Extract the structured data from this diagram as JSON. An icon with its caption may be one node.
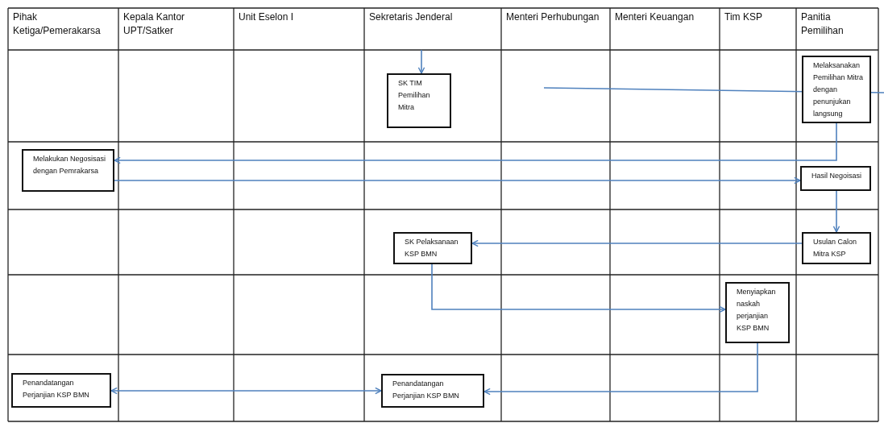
{
  "diagram": {
    "nodes": [
      {
        "text": [
          "SK TIM Pemilihan Mitra"
        ]
      },
      {
        "text": [
          "Melaksanakan Pemilihan Mitra dengan penunjukan langsung"
        ]
      },
      {
        "text": [
          "Melakukan Negosisasi dengan Pemrakarsa"
        ]
      },
      {
        "text": [
          "Hasil Negoisasi"
        ]
      },
      {
        "text": [
          "SK Pelaksanaan KSP BMN"
        ]
      },
      {
        "text": [
          "Usulan Calon Mitra KSP"
        ]
      },
      {
        "text": [
          "Menyiapkan naskah perjanjian KSP BMN"
        ]
      },
      {
        "text": [
          "Penandatangan Perjanjian KSP BMN"
        ]
      },
      {
        "text": [
          "Penandatangan Perjanjian KSP BMN"
        ]
      }
    ],
    "edges": [
      {
        "from": null,
        "to": 0,
        "arrow": "to"
      },
      {
        "from": 1,
        "to": 2,
        "arrow": "to"
      },
      {
        "from": 2,
        "to": 3,
        "arrow": "to"
      },
      {
        "from": 3,
        "to": 5,
        "arrow": "to"
      },
      {
        "from": 5,
        "to": 4,
        "arrow": "to"
      },
      {
        "from": 4,
        "to": 6,
        "arrow": "to"
      },
      {
        "from": 6,
        "to": 8,
        "arrow": "to"
      },
      {
        "from": 7,
        "to": 8,
        "arrow": "both"
      }
    ],
    "labels": [
      "Pihak Ketiga/Pemerakarsa",
      "Kepala Kantor UPT/Satker",
      "Unit Eselon I",
      "Sekretaris Jenderal",
      "Menteri Perhubungan",
      "Menteri Keuangan",
      "Tim KSP",
      "Panitia Pemilihan"
    ]
  }
}
